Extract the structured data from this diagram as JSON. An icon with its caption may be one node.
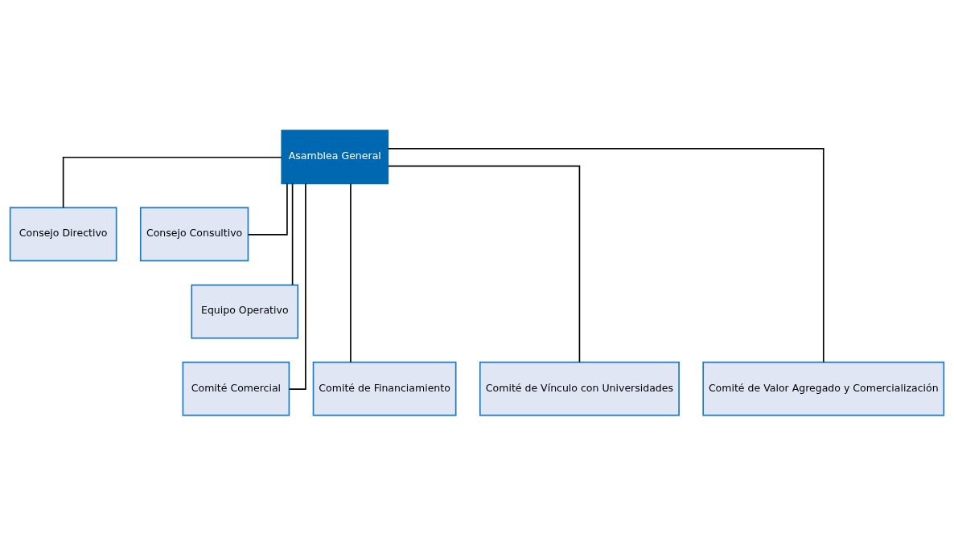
{
  "diagram": {
    "nodes": [
      {
        "text": [
          "Asamblea General"
        ]
      },
      {
        "text": [
          "Consejo Directivo"
        ]
      },
      {
        "text": [
          "Consejo Consultivo"
        ]
      },
      {
        "text": [
          "Equipo Operativo"
        ]
      },
      {
        "text": [
          "Comité Comercial"
        ]
      },
      {
        "text": [
          "Comité de Financiamiento"
        ]
      },
      {
        "text": [
          "Comité de Vínculo con Universidades"
        ]
      },
      {
        "text": [
          "Comité de Valor Agregado y Comercialización"
        ]
      }
    ],
    "edges": [
      {
        "from": 0,
        "to": 1,
        "arrow": "none"
      },
      {
        "from": 0,
        "to": 2,
        "arrow": "none"
      },
      {
        "from": 0,
        "to": 3,
        "arrow": "none"
      },
      {
        "from": 0,
        "to": 4,
        "arrow": "none"
      },
      {
        "from": 0,
        "to": 5,
        "arrow": "none"
      },
      {
        "from": 0,
        "to": 6,
        "arrow": "none"
      },
      {
        "from": 0,
        "to": 7,
        "arrow": "none"
      }
    ]
  }
}
